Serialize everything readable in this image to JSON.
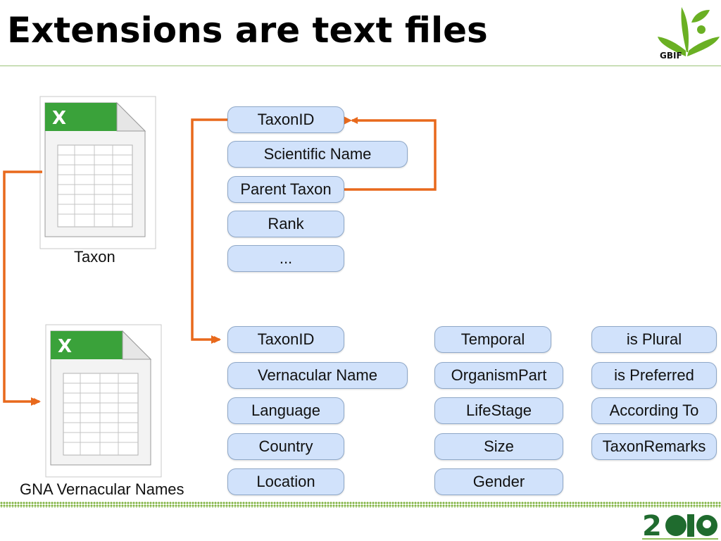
{
  "slide": {
    "title": "Extensions are text files",
    "logo_text": "GBIF"
  },
  "files": {
    "taxon_label": "Taxon",
    "vernacular_label": "GNA Vernacular Names"
  },
  "taxon_fields": [
    "TaxonID",
    "Scientific Name",
    "Parent Taxon",
    "Rank",
    "..."
  ],
  "vernacular_fields": {
    "col1": [
      "TaxonID",
      "Vernacular Name",
      "Language",
      "Country",
      "Location"
    ],
    "col2": [
      "Temporal",
      "OrganismPart",
      "LifeStage",
      "Size",
      "Gender"
    ],
    "col3": [
      "is Plural",
      "is Preferred",
      "According To",
      "TaxonRemarks"
    ]
  },
  "colors": {
    "arrow": "#e8691c",
    "pill_fill": "#d1e2fb",
    "pill_border": "#8fa8c8",
    "accent_green": "#5aa02c"
  }
}
